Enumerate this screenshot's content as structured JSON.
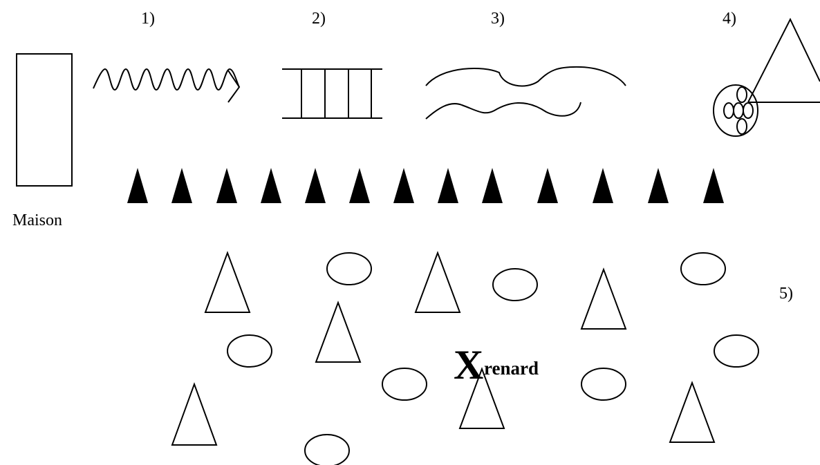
{
  "labels": {
    "one": "1)",
    "two": "2)",
    "three": "3)",
    "four": "4)",
    "five": "5)",
    "house": "Maison",
    "fox_mark": "X",
    "fox_word": "renard"
  },
  "diagram": {
    "house_shape": "rectangle",
    "symbol_1": "zigzag-arrow",
    "symbol_2": "ladder",
    "symbol_3": "wavy-lines",
    "symbol_4": "circle-with-ovals-and-triangle",
    "hedge": "row of black triangles",
    "trees": "outlined triangles",
    "bushes": "outlined ovals",
    "colors": {
      "ink": "#000000",
      "background": "#ffffff"
    }
  }
}
